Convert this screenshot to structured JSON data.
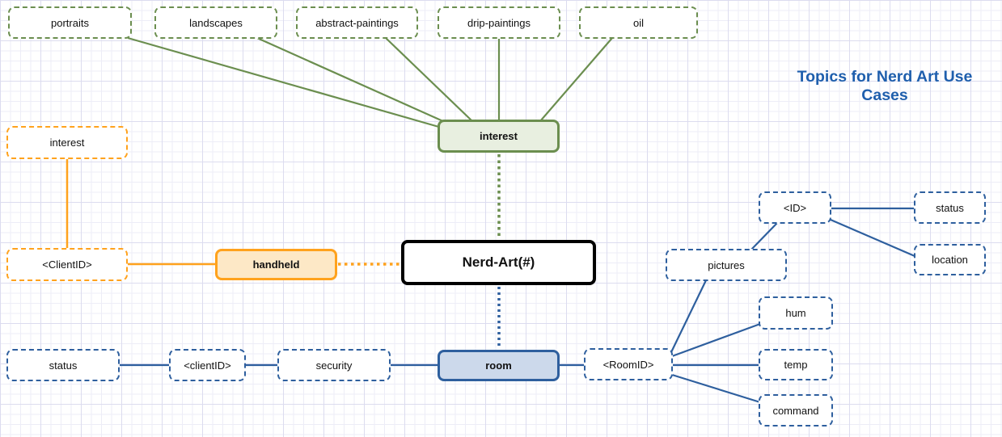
{
  "title": "Topics for Nerd Art Use Cases",
  "colors": {
    "green": "#6b8e4f",
    "green_fill": "#e8efe0",
    "orange": "#ffa21d",
    "orange_fill": "#fde8c6",
    "blue": "#2e5f9e",
    "blue_fill": "#ccd9eb",
    "root_border": "#000000",
    "title_text": "#1f5fad",
    "grid_minor": "#ededf7",
    "grid_major": "#dcdcef"
  },
  "nodes": {
    "portraits": {
      "label": "portraits"
    },
    "landscapes": {
      "label": "landscapes"
    },
    "abstract_paintings": {
      "label": "abstract-paintings"
    },
    "drip_paintings": {
      "label": "drip-paintings"
    },
    "oil": {
      "label": "oil"
    },
    "interest_topic": {
      "label": "interest"
    },
    "interest_handheld": {
      "label": "interest"
    },
    "client_id": {
      "label": "<ClientID>"
    },
    "handheld": {
      "label": "handheld"
    },
    "nerd_art_root": {
      "label": "Nerd-Art(#)"
    },
    "id": {
      "label": "<ID>"
    },
    "status_id": {
      "label": "status"
    },
    "location": {
      "label": "location"
    },
    "pictures": {
      "label": "pictures"
    },
    "hum": {
      "label": "hum"
    },
    "temp": {
      "label": "temp"
    },
    "command": {
      "label": "command"
    },
    "room_id": {
      "label": "<RoomID>"
    },
    "status_client": {
      "label": "status"
    },
    "client_id_room": {
      "label": "<clientID>"
    },
    "security": {
      "label": "security"
    },
    "room": {
      "label": "room"
    }
  }
}
